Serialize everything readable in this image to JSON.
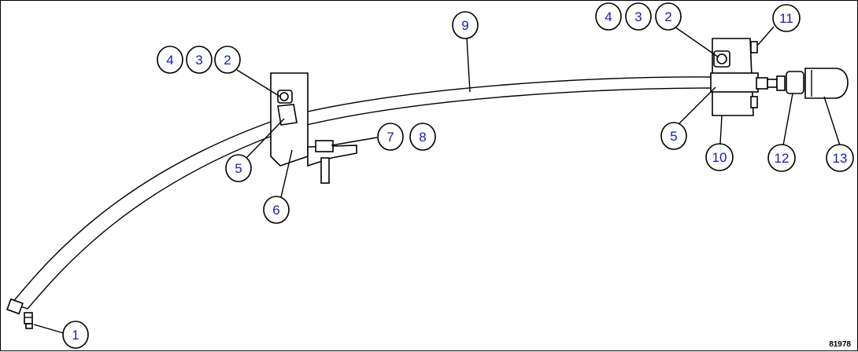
{
  "diagram": {
    "figure_number": "81978",
    "callouts": [
      {
        "id": "c-1",
        "label": "1"
      },
      {
        "id": "c-2a",
        "label": "2"
      },
      {
        "id": "c-3a",
        "label": "3"
      },
      {
        "id": "c-4a",
        "label": "4"
      },
      {
        "id": "c-5a",
        "label": "5"
      },
      {
        "id": "c-6",
        "label": "6"
      },
      {
        "id": "c-7",
        "label": "7"
      },
      {
        "id": "c-8",
        "label": "8"
      },
      {
        "id": "c-9",
        "label": "9"
      },
      {
        "id": "c-2b",
        "label": "2"
      },
      {
        "id": "c-3b",
        "label": "3"
      },
      {
        "id": "c-4b",
        "label": "4"
      },
      {
        "id": "c-5b",
        "label": "5"
      },
      {
        "id": "c-10",
        "label": "10"
      },
      {
        "id": "c-11",
        "label": "11"
      },
      {
        "id": "c-12",
        "label": "12"
      },
      {
        "id": "c-13",
        "label": "13"
      }
    ]
  }
}
